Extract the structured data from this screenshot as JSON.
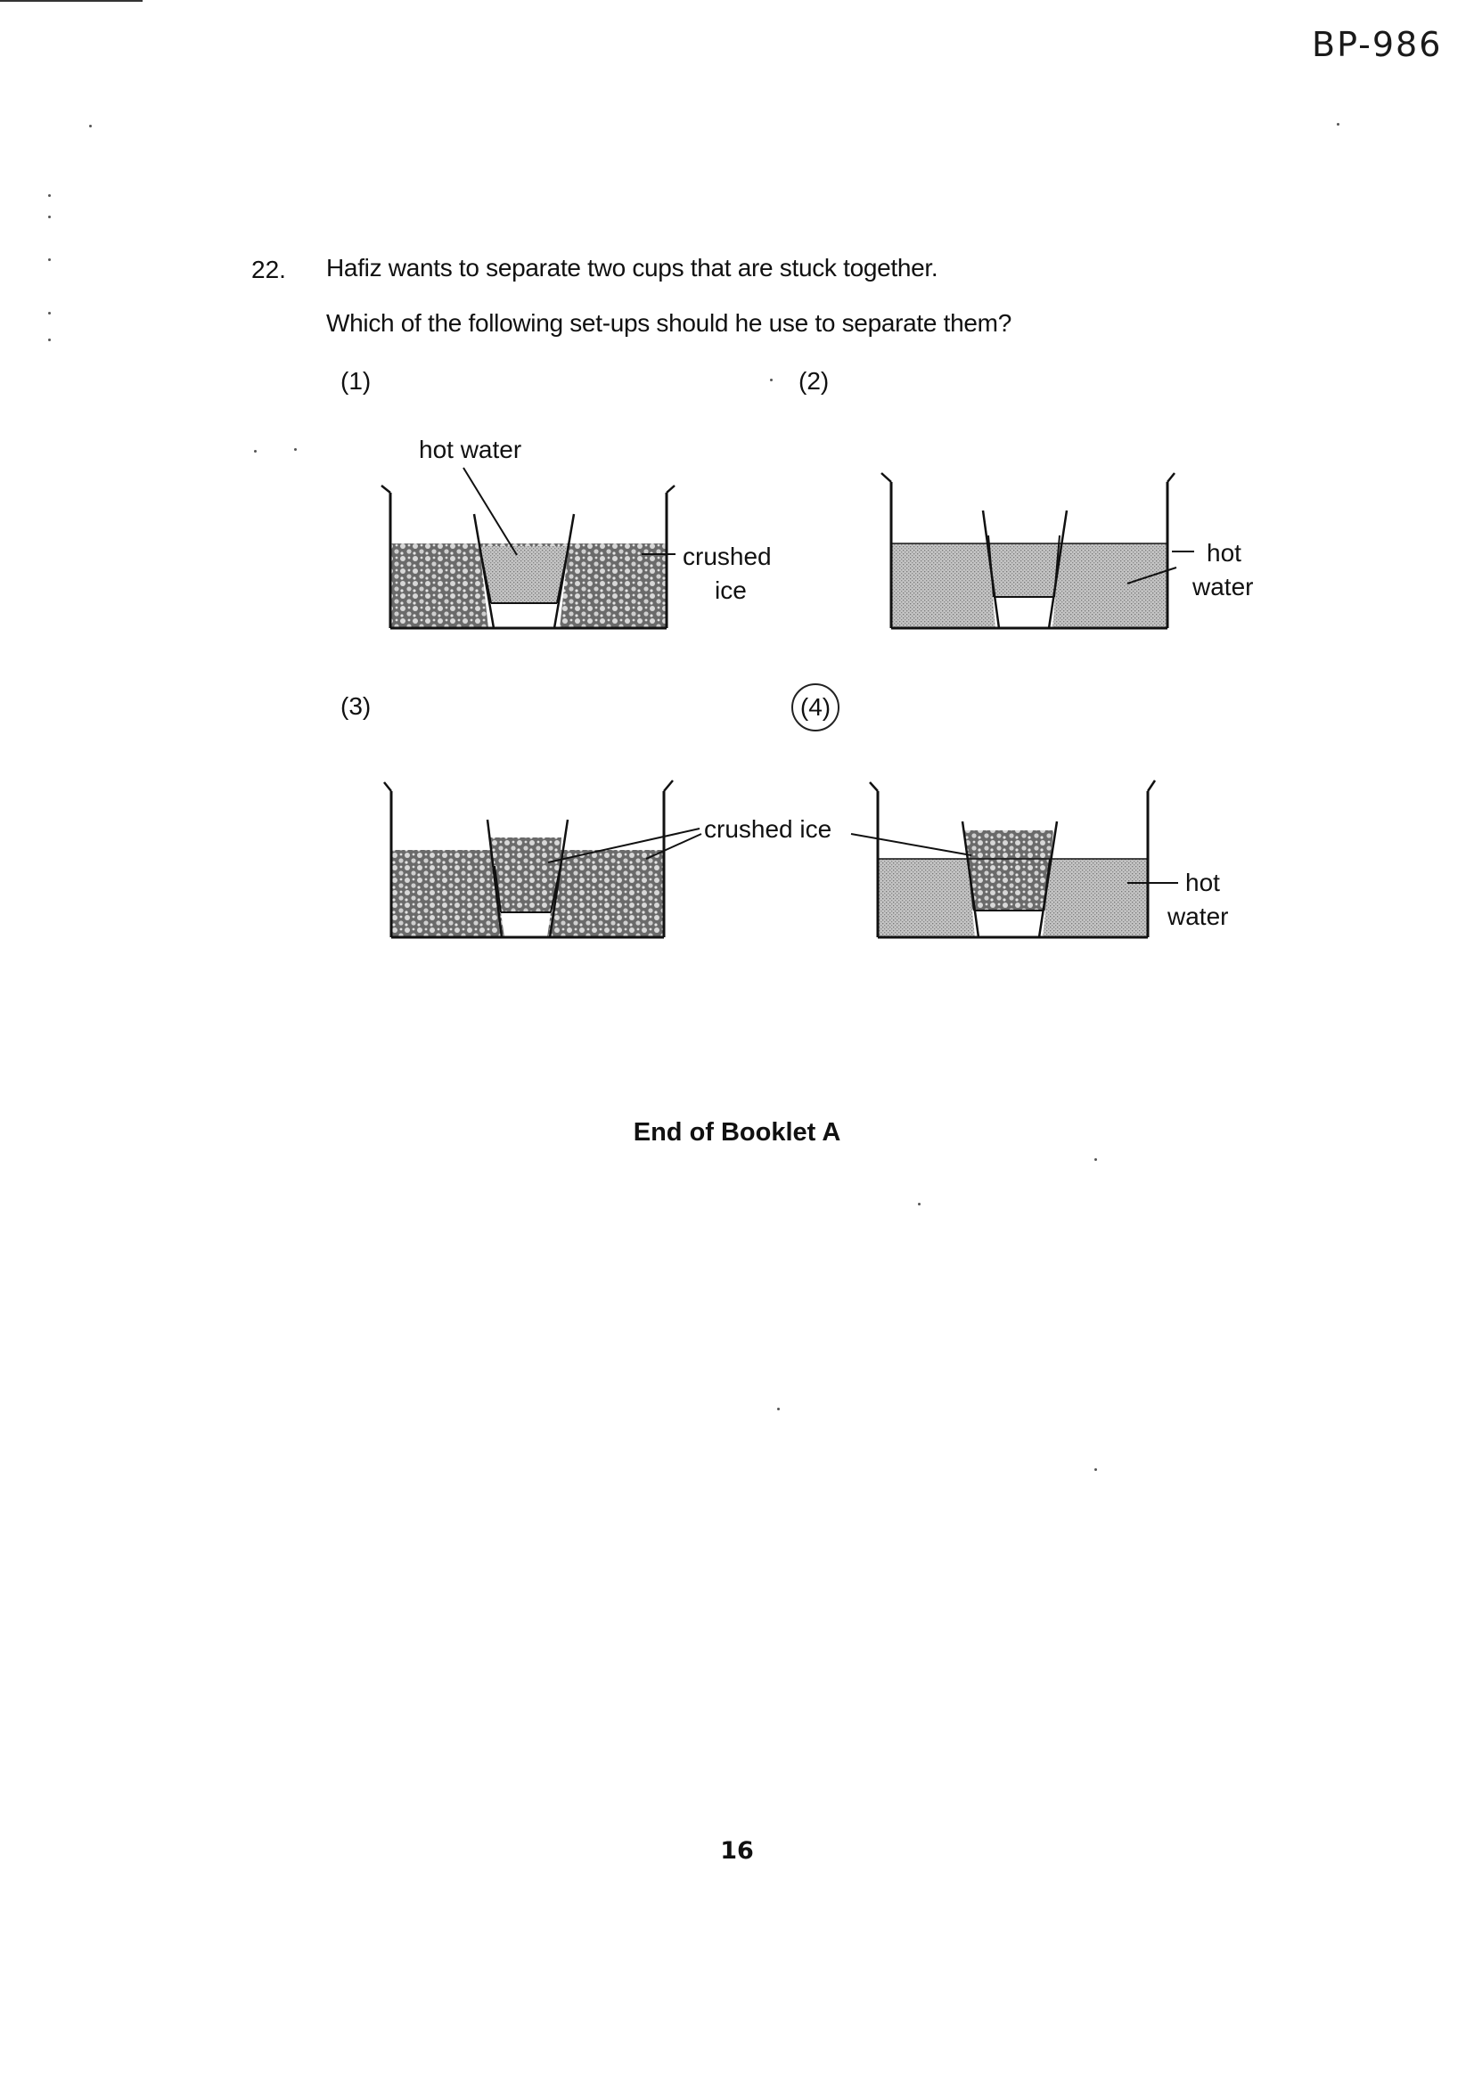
{
  "header": {
    "ref": "BP-986"
  },
  "question": {
    "number": "22.",
    "line1": "Hafiz wants to separate two cups that are stuck together.",
    "line2": "Which of the following set-ups should he use to separate them?"
  },
  "options": [
    {
      "label": "(1)",
      "annotations": [
        "hot water",
        "crushed",
        "ice"
      ],
      "circled": false
    },
    {
      "label": "(2)",
      "annotations": [
        "hot",
        "water"
      ],
      "circled": false
    },
    {
      "label": "(3)",
      "annotations": [],
      "circled": false
    },
    {
      "label": "(4)",
      "annotations": [
        "crushed ice",
        "hot",
        "water"
      ],
      "circled": true
    }
  ],
  "footer": {
    "end_text": "End of Booklet A"
  },
  "page_number": "16",
  "colors": {
    "ink": "#111111",
    "water_fill": "#b9b9b9",
    "ice_fill": "#555555"
  }
}
